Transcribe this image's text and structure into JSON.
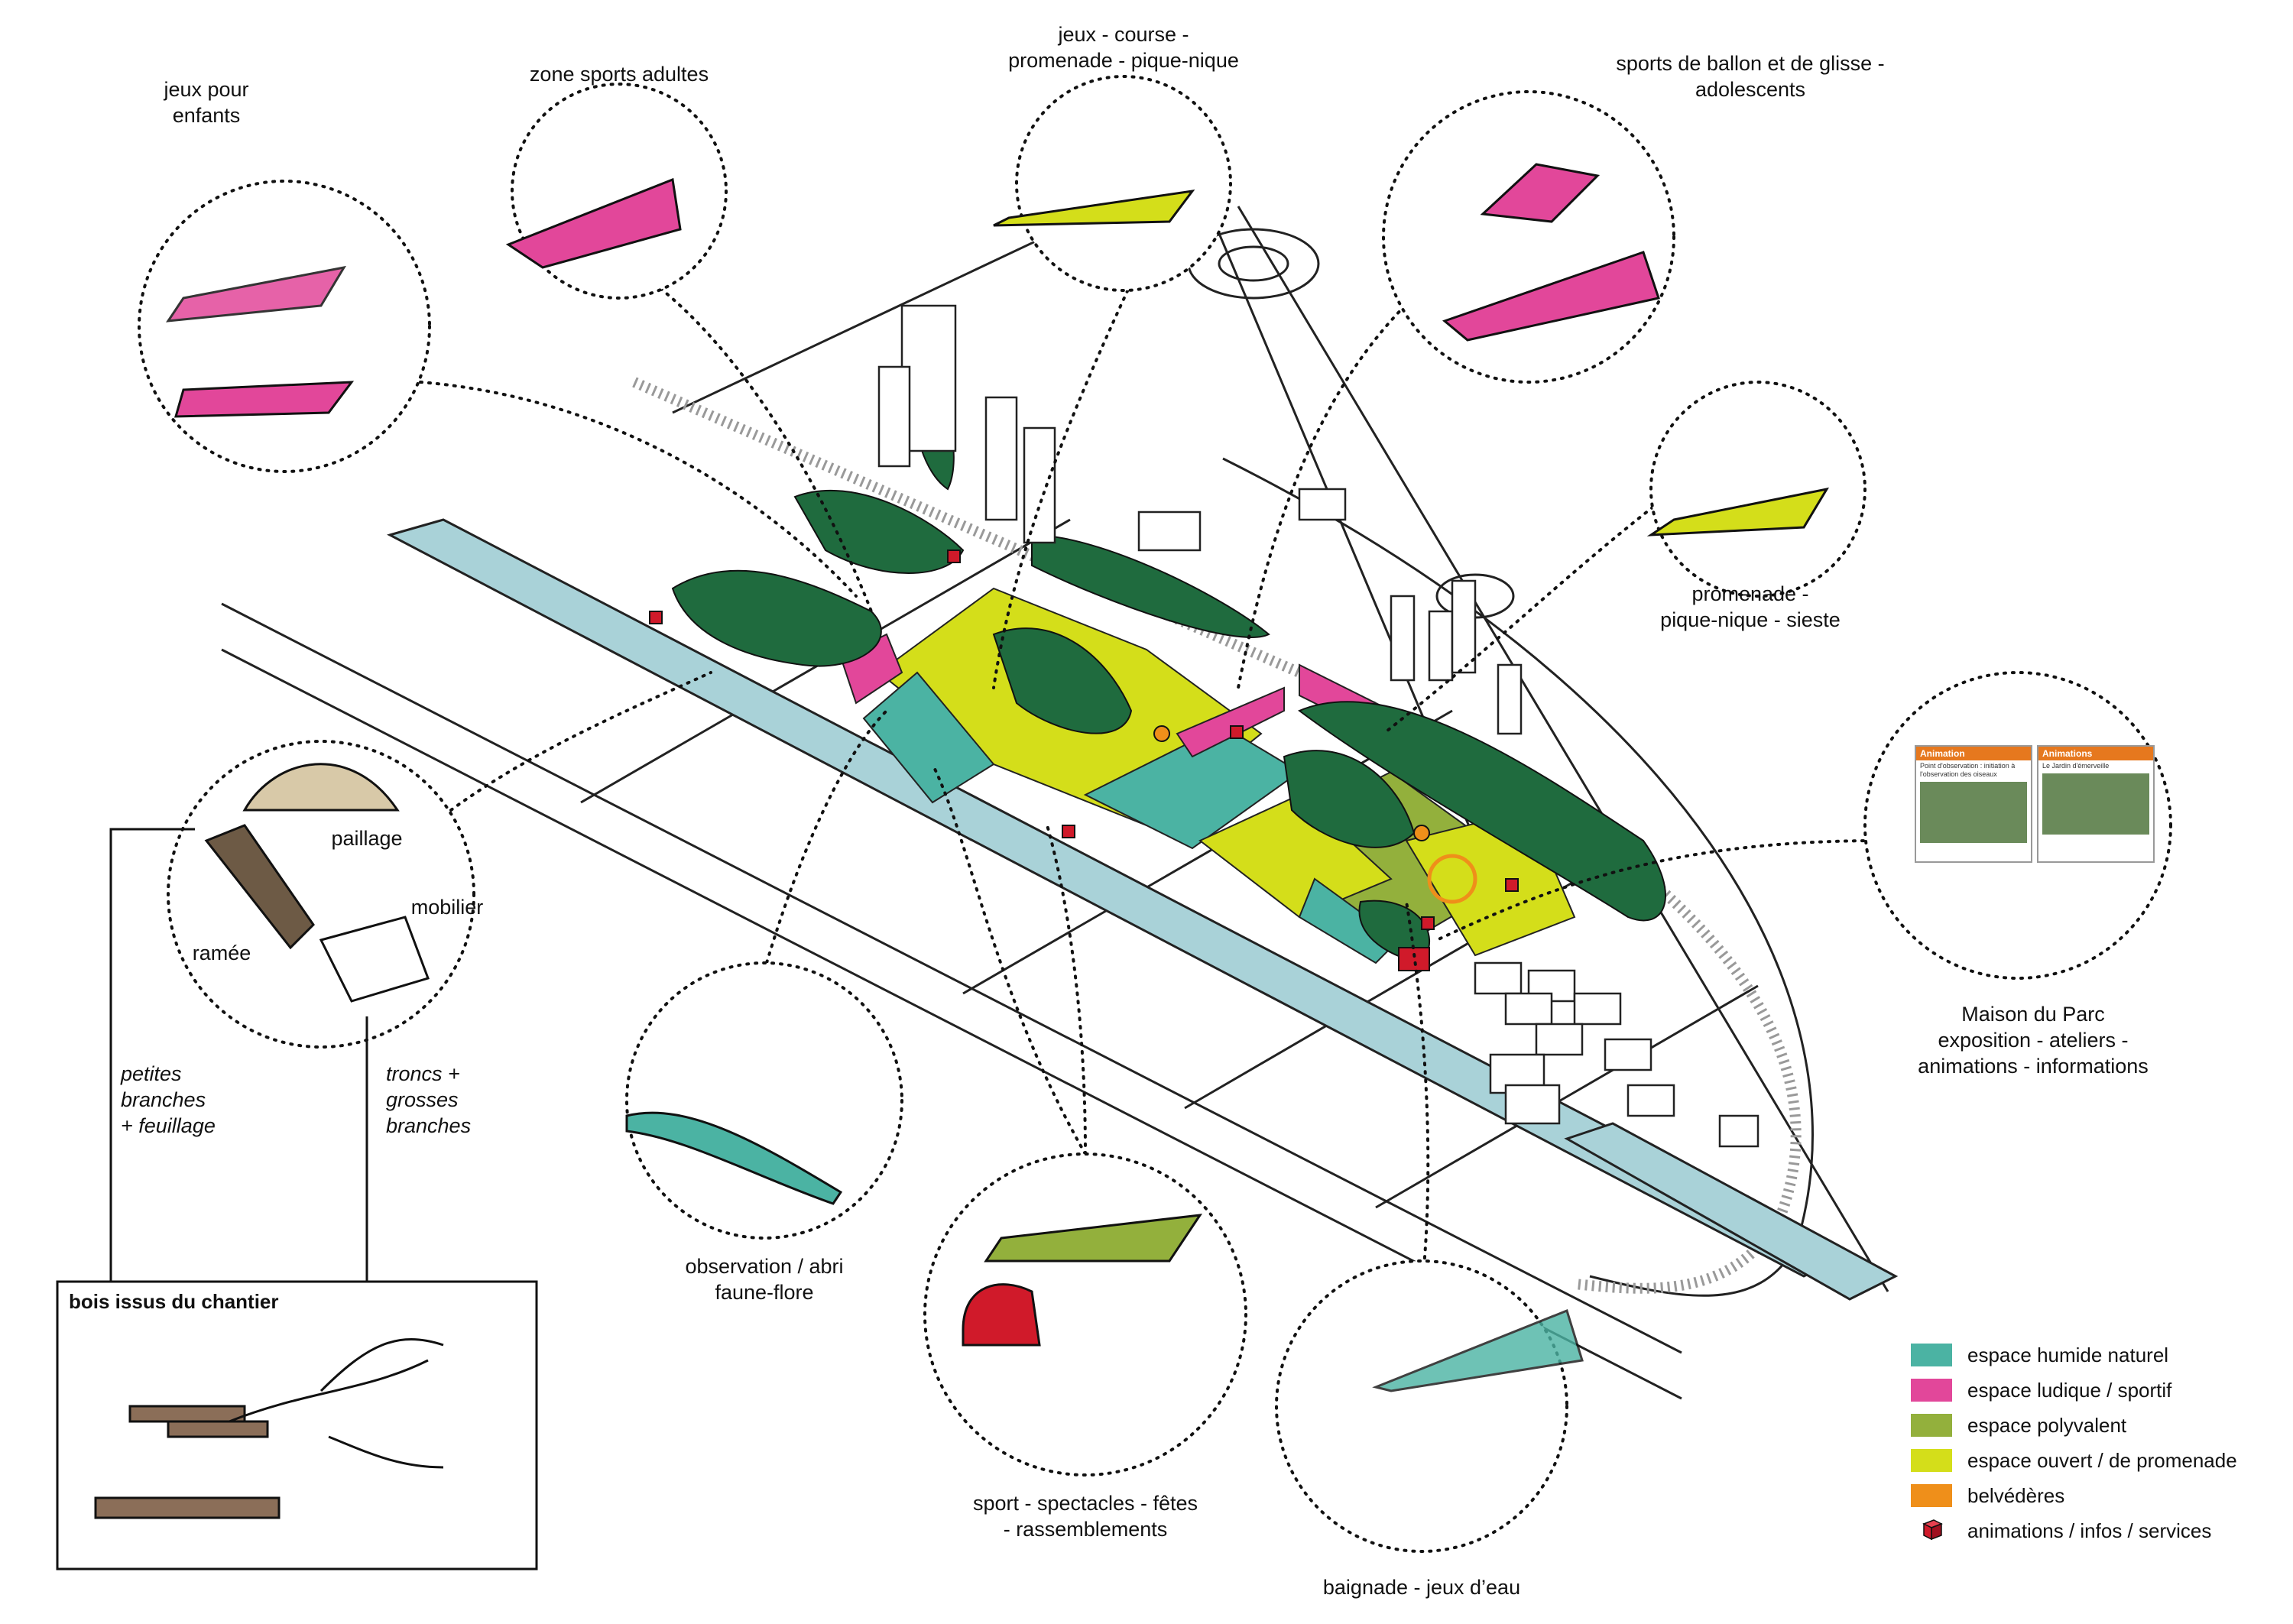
{
  "labels": {
    "jeux_enfants": [
      "jeux pour",
      "enfants"
    ],
    "zone_sports_adultes": [
      "zone sports adultes"
    ],
    "jeux_course": [
      "jeux - course -",
      "promenade - pique-nique"
    ],
    "sports_ballon": [
      "sports de ballon et de glisse -",
      "adolescents"
    ],
    "promenade_sieste": [
      "promenade -",
      "pique-nique - sieste"
    ],
    "maison_du_parc": [
      "Maison du Parc",
      "exposition - ateliers -",
      "animations - informations"
    ],
    "baignade": [
      "baignade - jeux d’eau"
    ],
    "sport_spectacles": [
      "sport - spectacles - fêtes",
      "- rassemblements"
    ],
    "observation": [
      "observation / abri",
      "faune-flore"
    ],
    "paillage": "paillage",
    "mobilier": "mobilier",
    "ramee": "ramée",
    "petites_branches": [
      "petites",
      "branches",
      "+ feuillage"
    ],
    "troncs": [
      "troncs +",
      "grosses",
      "branches"
    ],
    "bois_issus": "bois issus du chantier"
  },
  "animation_cards": [
    {
      "header": "Animation",
      "text": "Point d'observation : initiation à l'observation des oiseaux"
    },
    {
      "header": "Animations",
      "text": "Le Jardin d'émerveille"
    }
  ],
  "legend": [
    {
      "label": "espace humide naturel",
      "color": "#4bb3a3"
    },
    {
      "label": "espace ludique / sportif",
      "color": "#e2479a"
    },
    {
      "label": "espace polyvalent",
      "color": "#93b03c"
    },
    {
      "label": "espace ouvert / de promenade",
      "color": "#d4de1a"
    },
    {
      "label": "belvédères",
      "color": "#ef8f1a"
    },
    {
      "label": "animations / infos / services",
      "color": "#d01a2a",
      "icon": "red-cube-icon"
    }
  ],
  "colors": {
    "water": "#a9d2d8",
    "trees": "#1f6b3e",
    "wetland": "#4bb3a3",
    "play": "#e2479a",
    "polyvalent": "#93b03c",
    "open": "#d4de1a",
    "belvedere": "#ef8f1a",
    "services": "#d01a2a"
  }
}
